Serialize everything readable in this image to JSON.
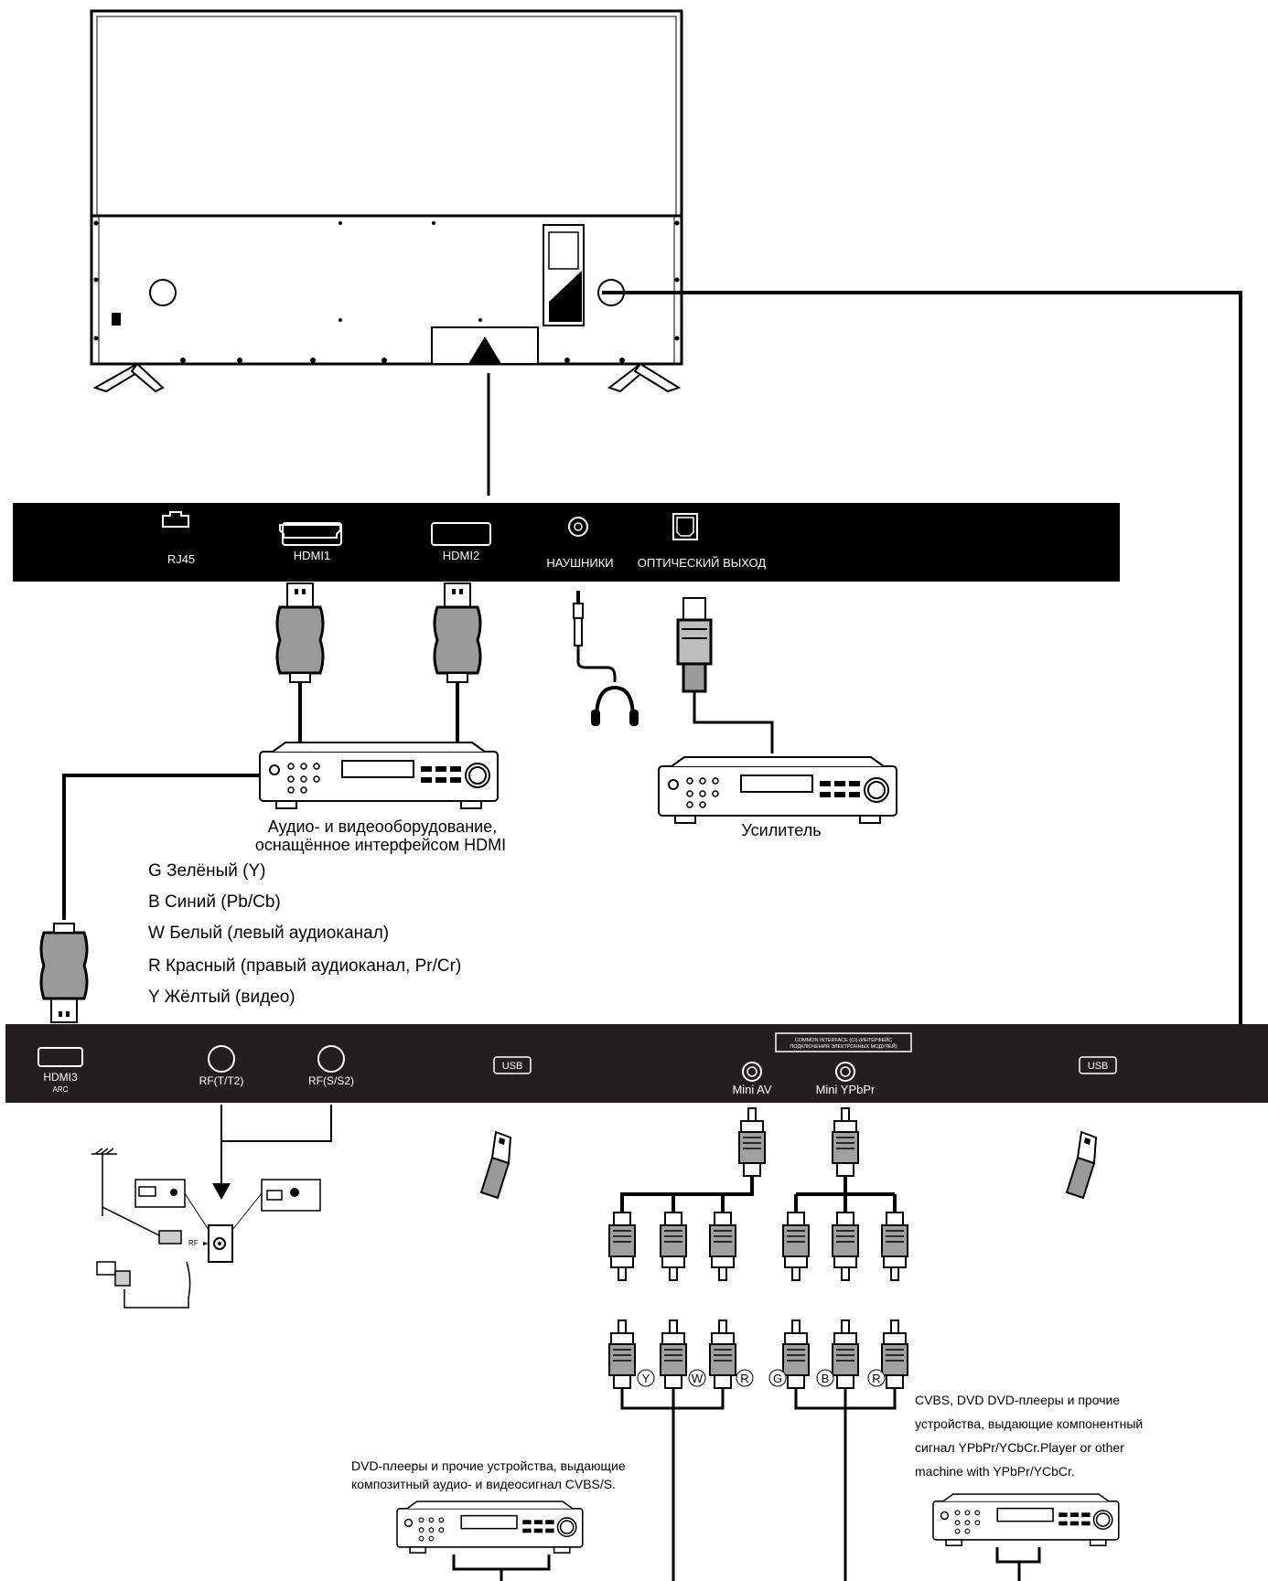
{
  "top_panel": {
    "ports": [
      "RJ45",
      "HDMI1",
      "HDMI2",
      "НАУШНИКИ",
      "ОПТИЧЕСКИЙ ВЫХОД"
    ]
  },
  "bottom_panel": {
    "hdmi3": "HDMI3",
    "hdmi3_sub": "ARC",
    "rf_t": "RF(T/T2)",
    "rf_s": "RF(S/S2)",
    "usb_left": "USB",
    "usb_right": "USB",
    "ci_line1": "COMMON INTERFACE (CI) (ИНТЕРФЕЙС",
    "ci_line2": "ПОДКЛЮЧЕНИЯ ЭЛЕКТРОННЫХ МОДУЛЕЙ)",
    "mini_av": "Mini AV",
    "mini_ypbpr": "Mini YPbPr"
  },
  "devices": {
    "hdmi_av_line1": "Аудио- и видеооборудование,",
    "hdmi_av_line2": "оснащённое интерфейсом HDMI",
    "amplifier": "Усилитель",
    "composite_line1": "DVD-плееры и прочие устройства, выдающие",
    "composite_line2": "композитный аудио- и видеосигнал CVBS/S.",
    "component_line1": "CVBS, DVD DVD-плееры и прочие",
    "component_line2": "устройства, выдающие компонентный",
    "component_line3": "сигнал YPbPr/YCbCr.Player or other",
    "component_line4": "machine with YPbPr/YCbCr."
  },
  "color_legend": [
    "G Зелёный (Y)",
    "B Синий (Pb/Cb)",
    "W Белый (левый аудиоканал)",
    "R Красный (правый аудиоканал, Pr/Cr)",
    "Y Жёлтый (видео)"
  ],
  "plug_letters": [
    "Y",
    "W",
    "R",
    "G",
    "B",
    "R"
  ],
  "rf_label": "RF"
}
